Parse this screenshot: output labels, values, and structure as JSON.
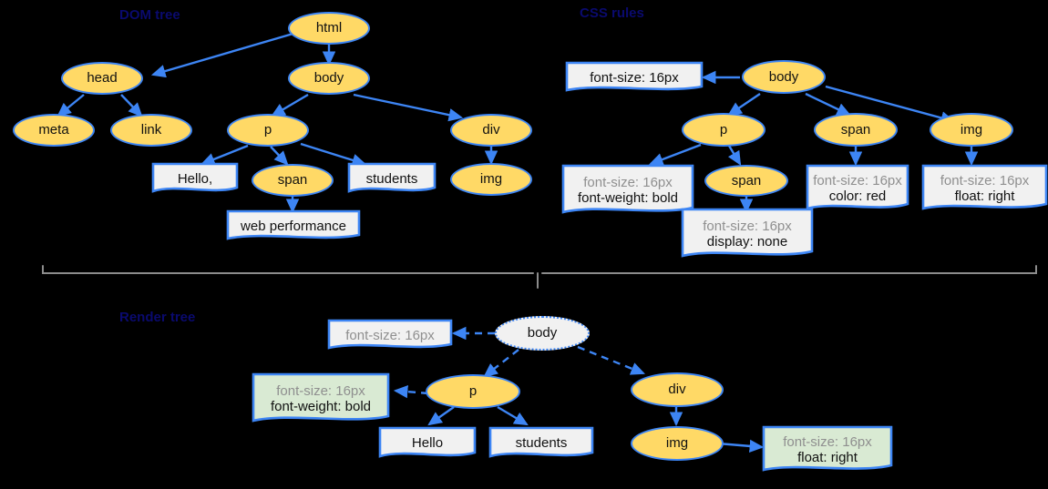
{
  "diagram": {
    "title": "DOM tree, CSS rules and Render tree",
    "background": "#000000",
    "colors": {
      "element_fill": "#FFD966",
      "element_stroke": "#3D85F4",
      "note_fill": "#F1F1F1",
      "note_fill_highlight": "#D9EAD3",
      "note_stroke": "#3D85F4",
      "inherited_text": "#8F8F8F",
      "own_text": "#111111",
      "edge": "#3D85F4",
      "brace": "#8C8C8C",
      "caption_text": "#0A0A6E"
    }
  },
  "captions": {
    "dom_tree": "DOM tree",
    "css_rules": "CSS rules",
    "render_tree": "Render tree"
  },
  "dom_tree": {
    "nodes": {
      "html": "html",
      "head": "head",
      "body": "body",
      "meta": "meta",
      "link": "link",
      "p": "p",
      "div": "div",
      "span": "span",
      "img": "img",
      "text_hello": "Hello,",
      "text_students": "students",
      "text_webperf": "web performance"
    }
  },
  "css_rules": {
    "nodes": {
      "body": "body",
      "p": "p",
      "span_child": "span",
      "span": "span",
      "img": "img"
    },
    "notes": {
      "body": [
        {
          "text": "font-size: 16px",
          "kind": "own"
        }
      ],
      "p": [
        {
          "text": "font-size: 16px",
          "kind": "inherited"
        },
        {
          "text": "font-weight: bold",
          "kind": "own"
        }
      ],
      "span_child": [
        {
          "text": "font-size: 16px",
          "kind": "inherited"
        },
        {
          "text": "display: none",
          "kind": "own"
        }
      ],
      "span": [
        {
          "text": "font-size: 16px",
          "kind": "inherited"
        },
        {
          "text": "color: red",
          "kind": "own"
        }
      ],
      "img": [
        {
          "text": "font-size: 16px",
          "kind": "inherited"
        },
        {
          "text": "float: right",
          "kind": "own"
        }
      ]
    }
  },
  "render_tree": {
    "nodes": {
      "body": "body",
      "p": "p",
      "div": "div",
      "img": "img",
      "text_hello": "Hello",
      "text_students": "students"
    },
    "notes": {
      "body": [
        {
          "text": "font-size: 16px",
          "kind": "inherited"
        }
      ],
      "p": [
        {
          "text": "font-size: 16px",
          "kind": "inherited"
        },
        {
          "text": "font-weight: bold",
          "kind": "own"
        }
      ],
      "img": [
        {
          "text": "font-size: 16px",
          "kind": "inherited"
        },
        {
          "text": "float: right",
          "kind": "own"
        }
      ]
    }
  }
}
